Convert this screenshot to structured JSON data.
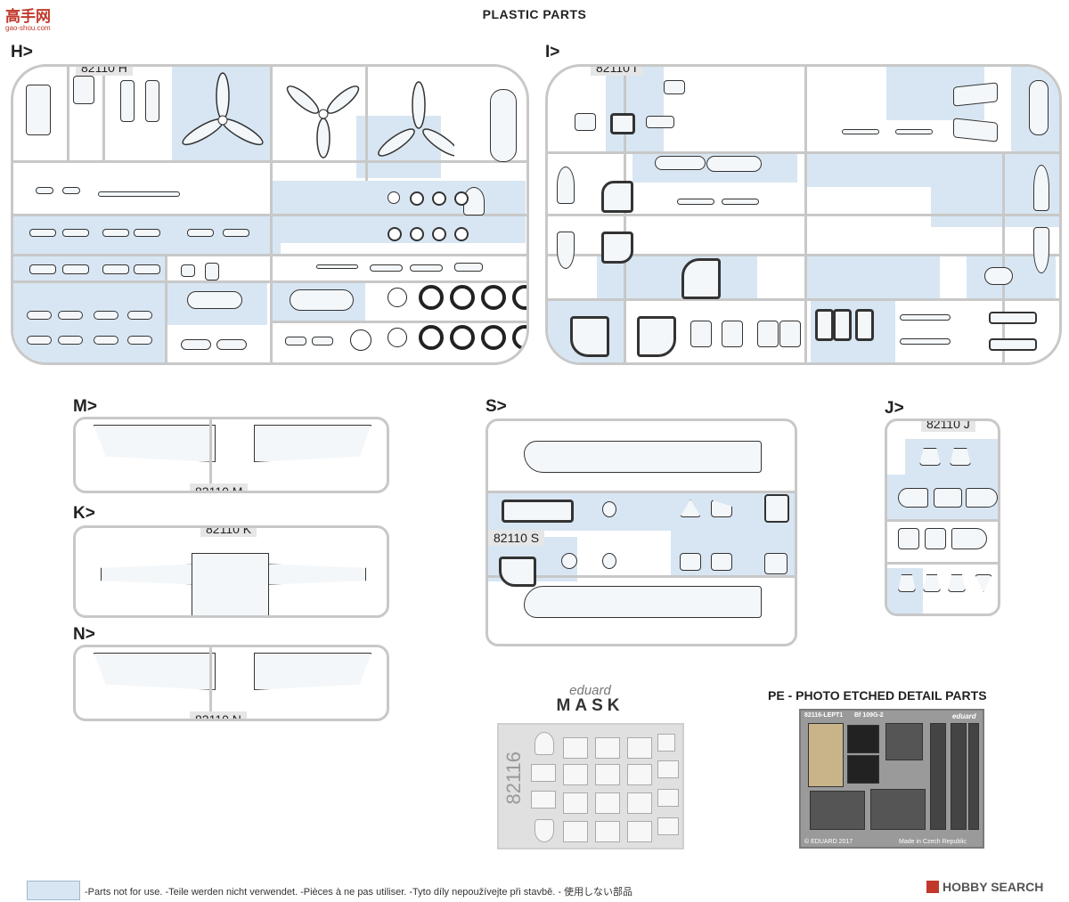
{
  "header": {
    "site_logo": "高手网",
    "site_url": "gao-shou.com",
    "title": "PLASTIC PARTS"
  },
  "sprues": {
    "H": {
      "letter": "H>",
      "code": "82110 H"
    },
    "I": {
      "letter": "I>",
      "code": "82110 I"
    },
    "M": {
      "letter": "M>",
      "code": "82110 M"
    },
    "K": {
      "letter": "K>",
      "code": "82110 K"
    },
    "N": {
      "letter": "N>",
      "code": "82110 N"
    },
    "S": {
      "letter": "S>",
      "code": "82110 S"
    },
    "J": {
      "letter": "J>",
      "code": "82110 J"
    }
  },
  "mask": {
    "brand": "eduard",
    "label": "MASK",
    "number": "82116"
  },
  "pe": {
    "title": "PE - PHOTO ETCHED DETAIL PARTS",
    "fret_code": "82116-LEPT1",
    "fret_model": "Bf 109G-2",
    "fret_brand": "eduard",
    "copyright": "© EDUARD 2017",
    "made_in": "Made in Czech Republic"
  },
  "legend": {
    "text": "-Parts not for use. -Teile werden nicht verwendet. -Pièces à ne pas utiliser. -Tyto díly nepoužívejte při stavbě. -   使用しない部品",
    "color": "#d8e6f3"
  },
  "footer": {
    "watermark": "HOBBY SEARCH"
  }
}
